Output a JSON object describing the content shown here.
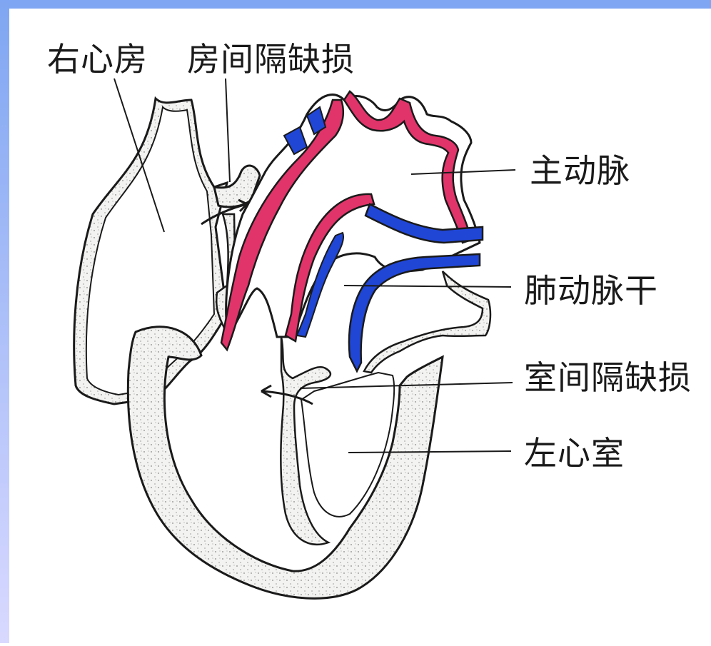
{
  "colors": {
    "frame": "#7fa6f2",
    "outline": "#1a1a1a",
    "tissue_fill": "#f1f1ef",
    "aorta_red": "#e0346a",
    "pulmonary_blue": "#2046d6"
  },
  "labels": {
    "right_atrium": "右心房",
    "atrial_septal_defect": "房间隔缺损",
    "aorta": "主动脉",
    "pulmonary_trunk": "肺动脉干",
    "ventricular_septal_defect": "室间隔缺损",
    "left_ventricle": "左心室"
  }
}
